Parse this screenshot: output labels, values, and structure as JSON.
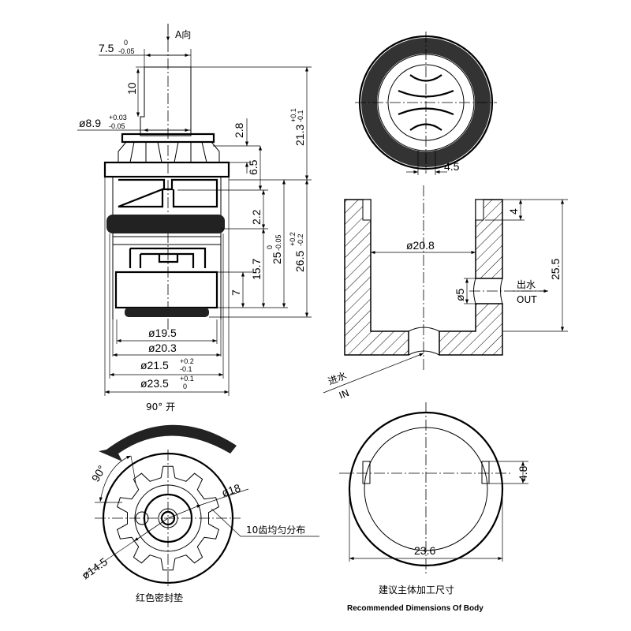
{
  "side_view": {
    "view_label": "A向",
    "stem_width": "7.5",
    "stem_width_tol_upper": "0",
    "stem_width_tol_lower": "-0.05",
    "stem_height": "10",
    "stem_dia": "ø8.9",
    "stem_dia_tol_upper": "+0.03",
    "stem_dia_tol_lower": "-0.05",
    "dim_2_8": "2.8",
    "dim_6_5": "6.5",
    "dim_2_2": "2.2",
    "dim_15_7": "15.7",
    "dim_7": "7",
    "dim_25": "25",
    "dim_25_tol_upper": "0",
    "dim_25_tol_lower": "-0.05",
    "dim_26_5": "26.5",
    "dim_26_5_tol_upper": "+0.2",
    "dim_26_5_tol_lower": "-0.2",
    "dim_21_3": "21.3",
    "dim_21_3_tol_upper": "+0.1",
    "dim_21_3_tol_lower": "-0.1",
    "dia_19_5": "ø19.5",
    "dia_20_3": "ø20.3",
    "dia_21_5": "ø21.5",
    "dia_21_5_tol_upper": "+0.2",
    "dia_21_5_tol_lower": "-0.1",
    "dia_23_5": "ø23.5",
    "dia_23_5_tol_upper": "+0.1",
    "dia_23_5_tol_lower": "0"
  },
  "top_view": {
    "dim_4_5": "4.5"
  },
  "rotation_view": {
    "open_label": "90° 开",
    "angle": "90°",
    "dia_18": "ø18",
    "dia_14_5": "ø14.5",
    "teeth_note": "10齿均匀分布",
    "seal_note": "红色密封垫"
  },
  "section_view": {
    "dim_4": "4",
    "dia_20_8": "ø20.8",
    "dim_25_5": "25.5",
    "dia_5": "ø5",
    "out_cn": "出水",
    "out_en": "OUT",
    "in_cn": "进水",
    "in_en": "IN"
  },
  "body_view": {
    "dim_4_8": "4.8",
    "dim_23_6": "23.6",
    "caption_cn": "建议主体加工尺寸",
    "caption_en": "Recommended Dimensions Of Body"
  }
}
